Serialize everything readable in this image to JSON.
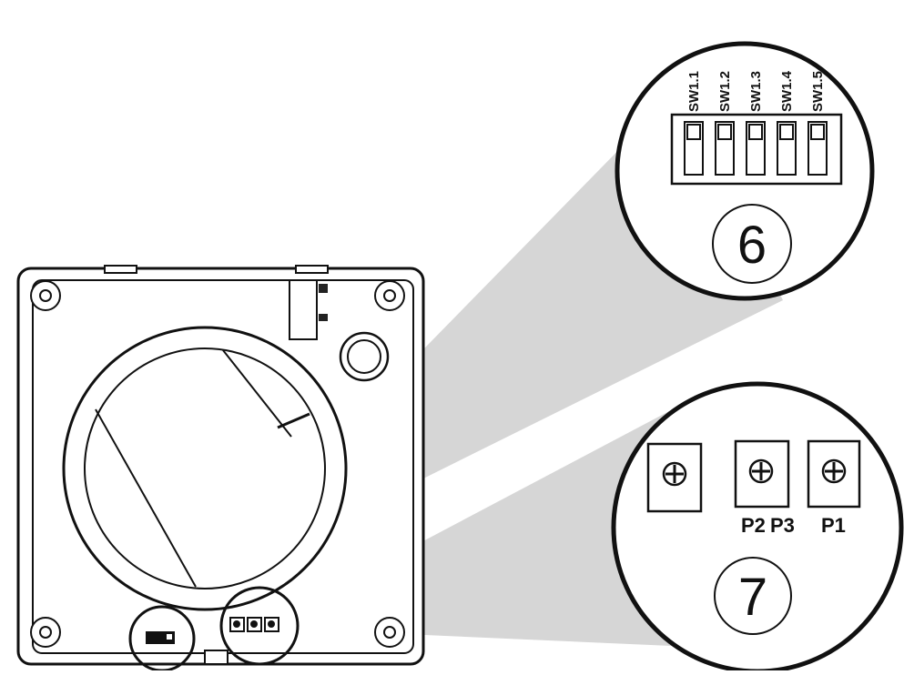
{
  "callouts": [
    {
      "number": "6",
      "switches": [
        "SW1.1",
        "SW1.2",
        "SW1.3",
        "SW1.4",
        "SW1.5"
      ]
    },
    {
      "number": "7",
      "potentiometer_labels": [
        "P2",
        "P3",
        "P1"
      ]
    }
  ]
}
